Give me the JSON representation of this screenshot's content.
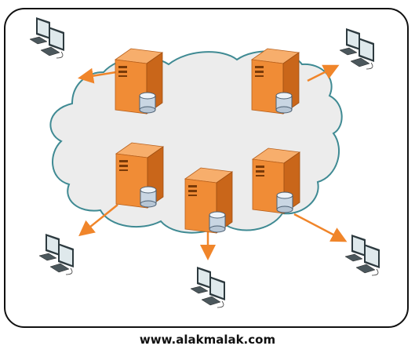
{
  "caption": "www.alakmalak.com",
  "colors": {
    "cloud_fill": "#ececec",
    "cloud_stroke": "#3f8a93",
    "server_front": "#f08c36",
    "server_side": "#c9661a",
    "server_top": "#f7ae6c",
    "arrow": "#f0852a",
    "monitor": "#2d3a3f",
    "screen": "#dfe9ec",
    "border": "#111111"
  },
  "diagram": {
    "servers": [
      {
        "id": "server-top-left",
        "icon": "server-with-database-icon"
      },
      {
        "id": "server-top-right",
        "icon": "server-with-database-icon"
      },
      {
        "id": "server-mid-left",
        "icon": "server-with-database-icon"
      },
      {
        "id": "server-bottom-center",
        "icon": "server-with-database-icon"
      },
      {
        "id": "server-mid-right",
        "icon": "server-with-database-icon"
      }
    ],
    "clients": [
      {
        "id": "client-top-left",
        "icon": "workstation-pair-icon"
      },
      {
        "id": "client-top-right",
        "icon": "workstation-pair-icon"
      },
      {
        "id": "client-bottom-left",
        "icon": "workstation-pair-icon"
      },
      {
        "id": "client-bottom-center",
        "icon": "workstation-pair-icon"
      },
      {
        "id": "client-bottom-right",
        "icon": "workstation-pair-icon"
      }
    ]
  }
}
